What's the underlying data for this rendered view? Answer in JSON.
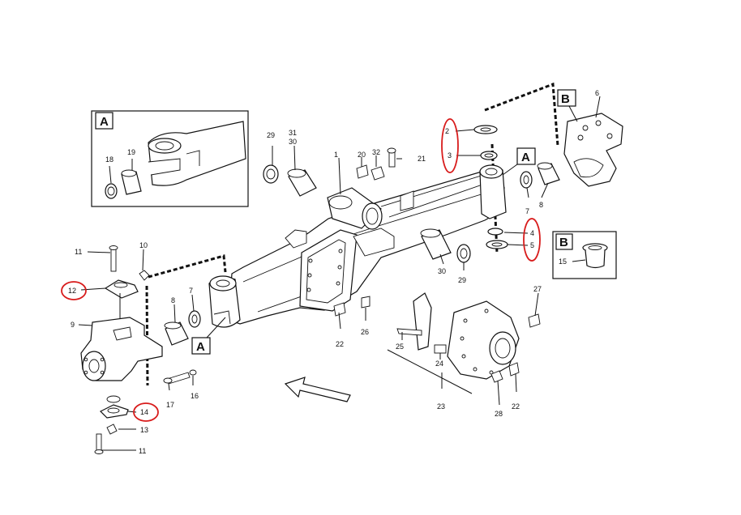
{
  "diagram": {
    "inset_a_letter": "A",
    "inset_b_letter": "B",
    "view_a_letter": "A",
    "callouts": {
      "n1": "1",
      "n2": "2",
      "n3": "3",
      "n4": "4",
      "n5": "5",
      "n6": "6",
      "n7a": "7",
      "n7b": "7",
      "n8a": "8",
      "n8b": "8",
      "n9": "9",
      "n10": "10",
      "n11a": "11",
      "n11b": "11",
      "n12": "12",
      "n13": "13",
      "n14": "14",
      "n15": "15",
      "n16": "16",
      "n17": "17",
      "n18": "18",
      "n19": "19",
      "n20": "20",
      "n21": "21",
      "n22a": "22",
      "n22b": "22",
      "n23": "23",
      "n24": "24",
      "n25": "25",
      "n26": "26",
      "n27": "27",
      "n28": "28",
      "n29a": "29",
      "n29b": "29",
      "n30a": "30",
      "n30b": "30",
      "n31": "31",
      "n32": "32"
    },
    "highlight_color": "#d81c1c",
    "line_color": "#111111"
  }
}
